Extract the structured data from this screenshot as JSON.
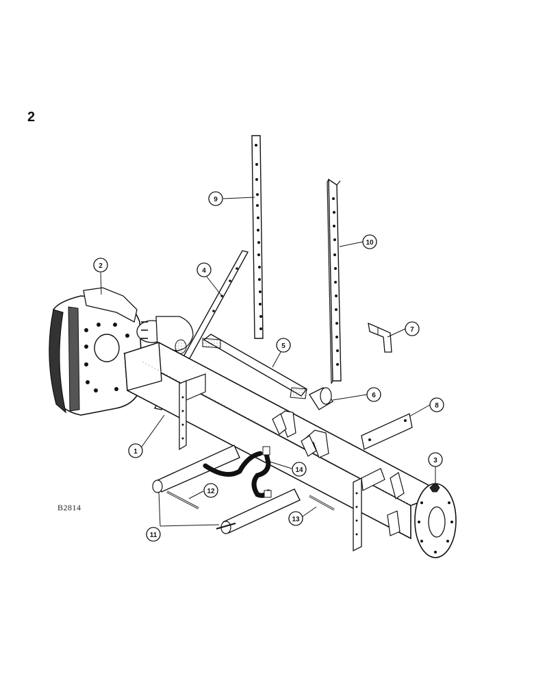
{
  "page_number": "2",
  "diagram_code": "B2814",
  "callouts": [
    {
      "id": "1",
      "label": "1"
    },
    {
      "id": "2",
      "label": "2"
    },
    {
      "id": "3",
      "label": "3"
    },
    {
      "id": "4",
      "label": "4"
    },
    {
      "id": "5",
      "label": "5"
    },
    {
      "id": "6",
      "label": "6"
    },
    {
      "id": "7",
      "label": "7"
    },
    {
      "id": "8",
      "label": "8"
    },
    {
      "id": "9",
      "label": "9"
    },
    {
      "id": "10",
      "label": "10"
    },
    {
      "id": "11",
      "label": "11"
    },
    {
      "id": "12",
      "label": "12"
    },
    {
      "id": "13",
      "label": "13"
    },
    {
      "id": "14",
      "label": "14"
    }
  ],
  "colors": {
    "ink": "#111111",
    "paper": "#ffffff",
    "shade": "#9a9a9a"
  }
}
